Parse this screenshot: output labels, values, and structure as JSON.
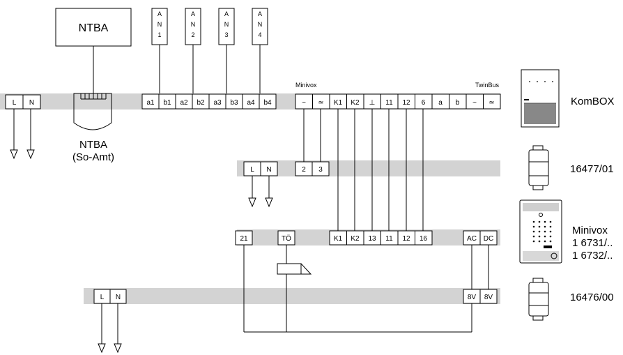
{
  "ntba": {
    "box_label": "NTBA",
    "device_label_1": "NTBA",
    "device_label_2": "(So-Amt)"
  },
  "power1": {
    "l": "L",
    "n": "N"
  },
  "power2": {
    "l": "L",
    "n": "N"
  },
  "power3": {
    "l": "L",
    "n": "N"
  },
  "an_ports": [
    {
      "chars": [
        "A",
        "N",
        "1"
      ]
    },
    {
      "chars": [
        "A",
        "N",
        "2"
      ]
    },
    {
      "chars": [
        "A",
        "N",
        "3"
      ]
    },
    {
      "chars": [
        "A",
        "N",
        "4"
      ]
    }
  ],
  "ab_terminals": [
    "a1",
    "b1",
    "a2",
    "b2",
    "a3",
    "b3",
    "a4",
    "b4"
  ],
  "kombox_labels": {
    "minivox": "Minivox",
    "twinbus": "TwinBus"
  },
  "kombox_terminals": [
    "~",
    "≃",
    "K1",
    "K2",
    "⊥",
    "11",
    "12",
    "6",
    "a",
    "b",
    "~",
    "≃"
  ],
  "transformer1_terminals": [
    "2",
    "3"
  ],
  "minivox_terminals": [
    "K1",
    "K2",
    "13",
    "11",
    "12",
    "16"
  ],
  "minivox_left_terminals": [
    "21",
    "TÖ"
  ],
  "minivox_right_terminals": [
    "AC",
    "DC"
  ],
  "transformer2_terminals": [
    "8V",
    "8V"
  ],
  "devices": {
    "kombox": "KomBOX",
    "transformer1": "16477/01",
    "minivox_1": "Minivox",
    "minivox_2": "1 6731/..",
    "minivox_3": "1 6732/..",
    "transformer2": "16476/00"
  }
}
